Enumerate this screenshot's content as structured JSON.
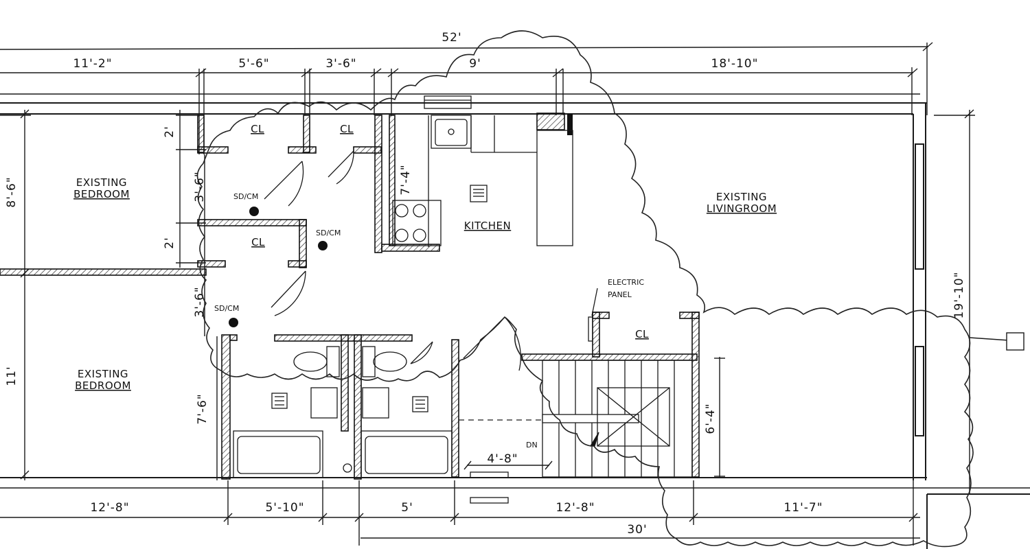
{
  "dimensions": {
    "overall_top": "52'",
    "top_1": "11'-2\"",
    "top_2": "5'-6\"",
    "top_3": "3'-6\"",
    "top_4": "9'",
    "top_5": "18'-10\"",
    "left_upper": "8'-6\"",
    "left_lower": "11'",
    "closet_depth_1": "2'",
    "closet_depth_2": "2'",
    "hall_1": "3'-6\"",
    "hall_2": "3'-6\"",
    "kitchen_depth": "7'-4\"",
    "bath_depth": "7'-6\"",
    "stair_depth": "6'-4\"",
    "right_overall": "19'-10\"",
    "stair_width": "4'-8\"",
    "bottom_1": "12'-8\"",
    "bottom_2": "5'-10\"",
    "bottom_3": "5'",
    "bottom_4": "12'-8\"",
    "bottom_5": "11'-7\"",
    "bottom_overall": "30'"
  },
  "rooms": {
    "bedroom_top": [
      "EXISTING",
      "BEDROOM"
    ],
    "bedroom_bottom": [
      "EXISTING",
      "BEDROOM"
    ],
    "livingroom": [
      "EXISTING",
      "LIVINGROOM"
    ],
    "kitchen": "KITCHEN",
    "closet_1": "CL",
    "closet_2": "CL",
    "closet_3": "CL",
    "closet_4": "CL"
  },
  "labels": {
    "sdcm_1": "SD/CM",
    "sdcm_2": "SD/CM",
    "sdcm_3": "SD/CM",
    "electric_panel": [
      "ELECTRIC",
      "PANEL"
    ],
    "stair_down": "DN"
  }
}
